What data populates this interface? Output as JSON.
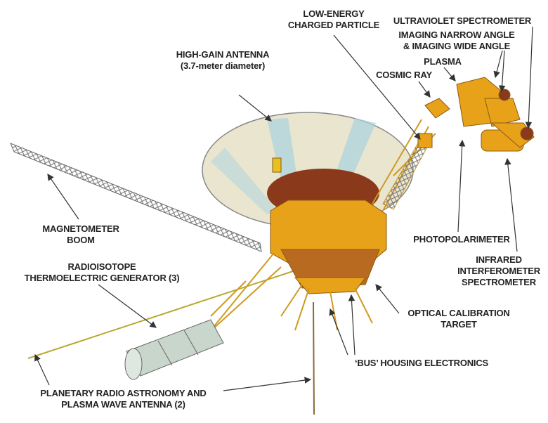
{
  "labels": {
    "low_energy": [
      "LOW-ENERGY",
      "CHARGED PARTICLE"
    ],
    "ultraviolet": "ULTRAVIOLET SPECTROMETER",
    "imaging": [
      "IMAGING NARROW ANGLE",
      "& IMAGING WIDE ANGLE"
    ],
    "plasma": "PLASMA",
    "cosmic_ray": "COSMIC RAY",
    "high_gain": [
      "HIGH-GAIN ANTENNA",
      "(3.7-meter diameter)"
    ],
    "magnetometer": [
      "MAGNETOMETER",
      "BOOM"
    ],
    "rtg": [
      "RADIOISOTOPE",
      "THERMOELECTRIC GENERATOR (3)"
    ],
    "photopolarimeter": "PHOTOPOLARIMETER",
    "infrared": [
      "INFRARED",
      "INTERFEROMETER",
      "SPECTROMETER"
    ],
    "optical": [
      "OPTICAL CALIBRATION",
      "TARGET"
    ],
    "bus": "‘BUS’ HOUSING ELECTRONICS",
    "radio": [
      "PLANETARY RADIO ASTRONOMY AND",
      "PLASMA WAVE ANTENNA (2)"
    ]
  },
  "colors": {
    "structure": "#e8a21a",
    "bus_dark": "#8a3a1a",
    "dish": "#e9e5cf",
    "dish_stripe": "#a9d3e0",
    "rtg": "#c9d6cc",
    "leader": "#333333"
  }
}
